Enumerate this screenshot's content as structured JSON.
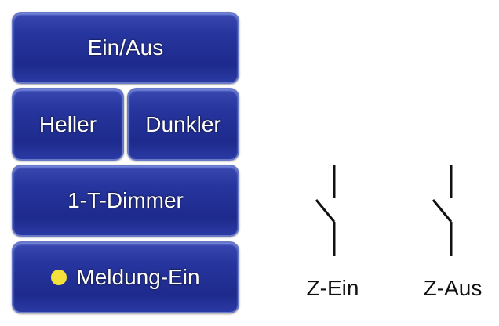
{
  "buttons": {
    "onoff": "Ein/Aus",
    "brighter": "Heller",
    "darker": "Dunkler",
    "dimmer": "1-T-Dimmer",
    "status": "Meldung-Ein"
  },
  "switches": {
    "z_on": "Z-Ein",
    "z_off": "Z-Aus"
  },
  "colors": {
    "button": "#26359e",
    "indicator": "#f4e23a"
  }
}
